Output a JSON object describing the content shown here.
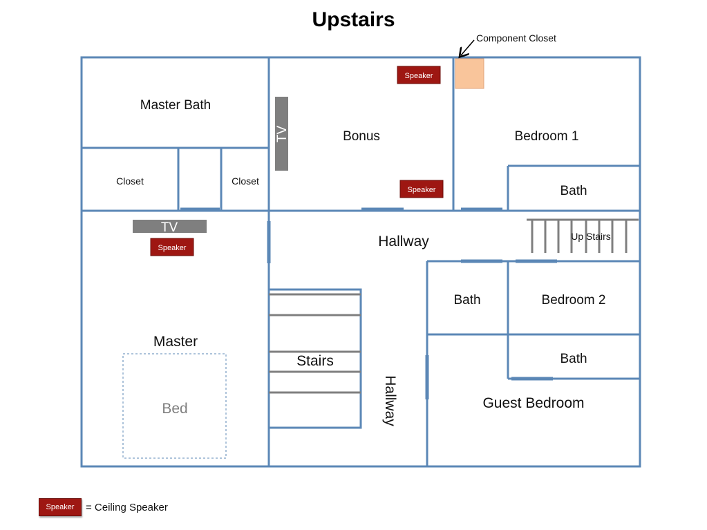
{
  "title": "Upstairs",
  "callout": "Component Closet",
  "rooms": {
    "master_bath": "Master Bath",
    "closet_left": "Closet",
    "closet_right": "Closet",
    "bonus": "Bonus",
    "bedroom1": "Bedroom 1",
    "bath_top": "Bath",
    "hallway": "Hallway",
    "hallway_vertical": "Hallway",
    "up_stairs": "Up Stairs",
    "master": "Master",
    "bed": "Bed",
    "stairs": "Stairs",
    "bath_mid": "Bath",
    "bedroom2": "Bedroom 2",
    "bath_low": "Bath",
    "guest_bedroom": "Guest Bedroom"
  },
  "speaker_label": "Speaker",
  "tv_label": "TV",
  "legend": {
    "swatch_label": "Speaker",
    "text": "= Ceiling Speaker"
  },
  "colors": {
    "wall": "#5b87b6",
    "speaker": "#9e1712",
    "tv": "#7f7f7f",
    "component_closet": "#f9c59b"
  }
}
